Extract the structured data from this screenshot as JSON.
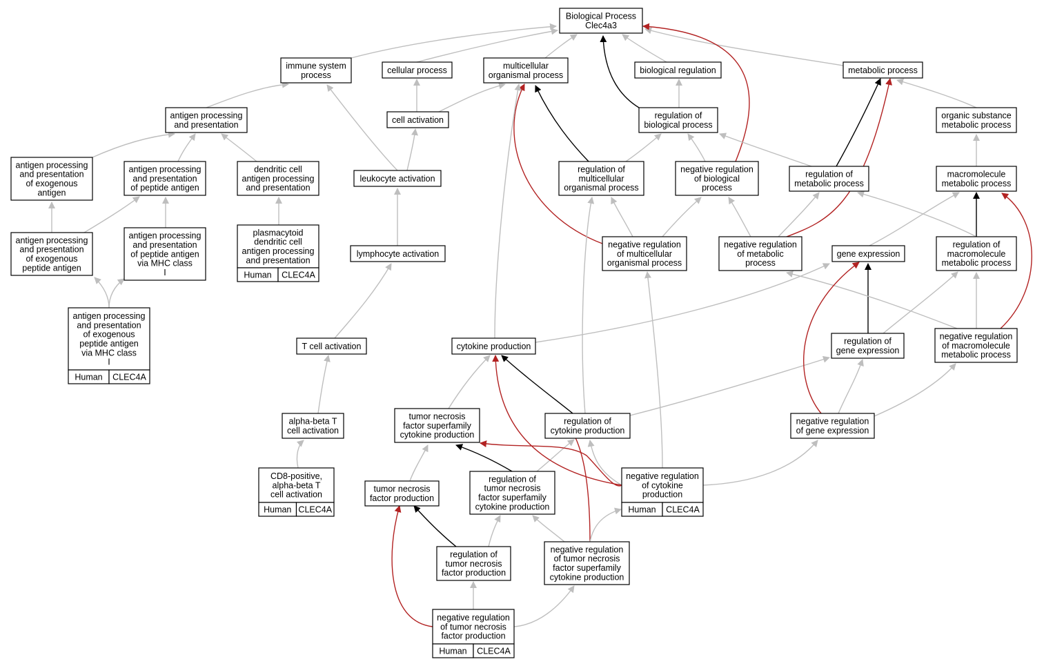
{
  "colors": {
    "isa": "#bebebe",
    "regulates": "#000000",
    "negatively_regulates": "#b22222",
    "annotation": "#f4614a"
  },
  "nodes": {
    "bp": {
      "lines": [
        "Biological Process",
        "Clec4a3"
      ]
    },
    "isp": {
      "lines": [
        "immune system",
        "process"
      ]
    },
    "cp": {
      "lines": [
        "cellular process"
      ]
    },
    "mop": {
      "lines": [
        "multicellular",
        "organismal process"
      ]
    },
    "br": {
      "lines": [
        "biological regulation"
      ]
    },
    "metp": {
      "lines": [
        "metabolic process"
      ]
    },
    "app": {
      "lines": [
        "antigen processing",
        "and presentation"
      ]
    },
    "ca": {
      "lines": [
        "cell activation"
      ]
    },
    "rbp": {
      "lines": [
        "regulation of",
        "biological process"
      ]
    },
    "osmp": {
      "lines": [
        "organic substance",
        "metabolic process"
      ]
    },
    "appea": {
      "lines": [
        "antigen processing",
        "and presentation",
        "of exogenous",
        "antigen"
      ]
    },
    "apppa": {
      "lines": [
        "antigen processing",
        "and presentation",
        "of peptide antigen"
      ]
    },
    "dcapp": {
      "lines": [
        "dendritic cell",
        "antigen processing",
        "and presentation"
      ]
    },
    "la": {
      "lines": [
        "leukocyte activation"
      ]
    },
    "rmop": {
      "lines": [
        "regulation of",
        "multicellular",
        "organismal process"
      ]
    },
    "nrbp": {
      "lines": [
        "negative regulation",
        "of biological",
        "process"
      ]
    },
    "rmetp": {
      "lines": [
        "regulation of",
        "metabolic process"
      ]
    },
    "mmp": {
      "lines": [
        "macromolecule",
        "metabolic process"
      ]
    },
    "appepa": {
      "lines": [
        "antigen processing",
        "and presentation",
        "of exogenous",
        "peptide antigen"
      ]
    },
    "apppmhc": {
      "lines": [
        "antigen processing",
        "and presentation",
        "of peptide antigen",
        "via MHC class",
        "I"
      ]
    },
    "pdcapp": {
      "lines": [
        "plasmacytoid",
        "dendritic cell",
        "antigen processing",
        "and presentation"
      ],
      "annot": [
        "Human",
        "CLEC4A"
      ]
    },
    "lyma": {
      "lines": [
        "lymphocyte activation"
      ]
    },
    "nrmop": {
      "lines": [
        "negative regulation",
        "of multicellular",
        "organismal process"
      ]
    },
    "nrmetp": {
      "lines": [
        "negative regulation",
        "of metabolic",
        "process"
      ]
    },
    "ge": {
      "lines": [
        "gene expression"
      ]
    },
    "rmmp": {
      "lines": [
        "regulation of",
        "macromolecule",
        "metabolic process"
      ]
    },
    "appepmhc": {
      "lines": [
        "antigen processing",
        "and presentation",
        "of exogenous",
        "peptide antigen",
        "via MHC class",
        "I"
      ],
      "annot": [
        "Human",
        "CLEC4A"
      ]
    },
    "tca": {
      "lines": [
        "T cell activation"
      ]
    },
    "cytp": {
      "lines": [
        "cytokine production"
      ]
    },
    "rge": {
      "lines": [
        "regulation of",
        "gene expression"
      ]
    },
    "nrmmp": {
      "lines": [
        "negative regulation",
        "of macromolecule",
        "metabolic process"
      ]
    },
    "abtca": {
      "lines": [
        "alpha-beta T",
        "cell activation"
      ]
    },
    "tnfsfcp": {
      "lines": [
        "tumor necrosis",
        "factor superfamily",
        "cytokine production"
      ]
    },
    "rcytp": {
      "lines": [
        "regulation of",
        "cytokine production"
      ]
    },
    "nrge": {
      "lines": [
        "negative regulation",
        "of gene expression"
      ]
    },
    "cd8": {
      "lines": [
        "CD8-positive,",
        "alpha-beta T",
        "cell activation"
      ],
      "annot": [
        "Human",
        "CLEC4A"
      ]
    },
    "tnfp": {
      "lines": [
        "tumor necrosis",
        "factor production"
      ]
    },
    "rtnfsf": {
      "lines": [
        "regulation of",
        "tumor necrosis",
        "factor superfamily",
        "cytokine production"
      ]
    },
    "nrcytp": {
      "lines": [
        "negative regulation",
        "of cytokine",
        "production"
      ],
      "annot": [
        "Human",
        "CLEC4A"
      ]
    },
    "rtnfp": {
      "lines": [
        "regulation of",
        "tumor necrosis",
        "factor production"
      ]
    },
    "nrtnfsf": {
      "lines": [
        "negative regulation",
        "of tumor necrosis",
        "factor superfamily",
        "cytokine production"
      ]
    },
    "nrtnfp": {
      "lines": [
        "negative regulation",
        "of tumor necrosis",
        "factor production"
      ],
      "annot": [
        "Human",
        "CLEC4A"
      ]
    }
  }
}
